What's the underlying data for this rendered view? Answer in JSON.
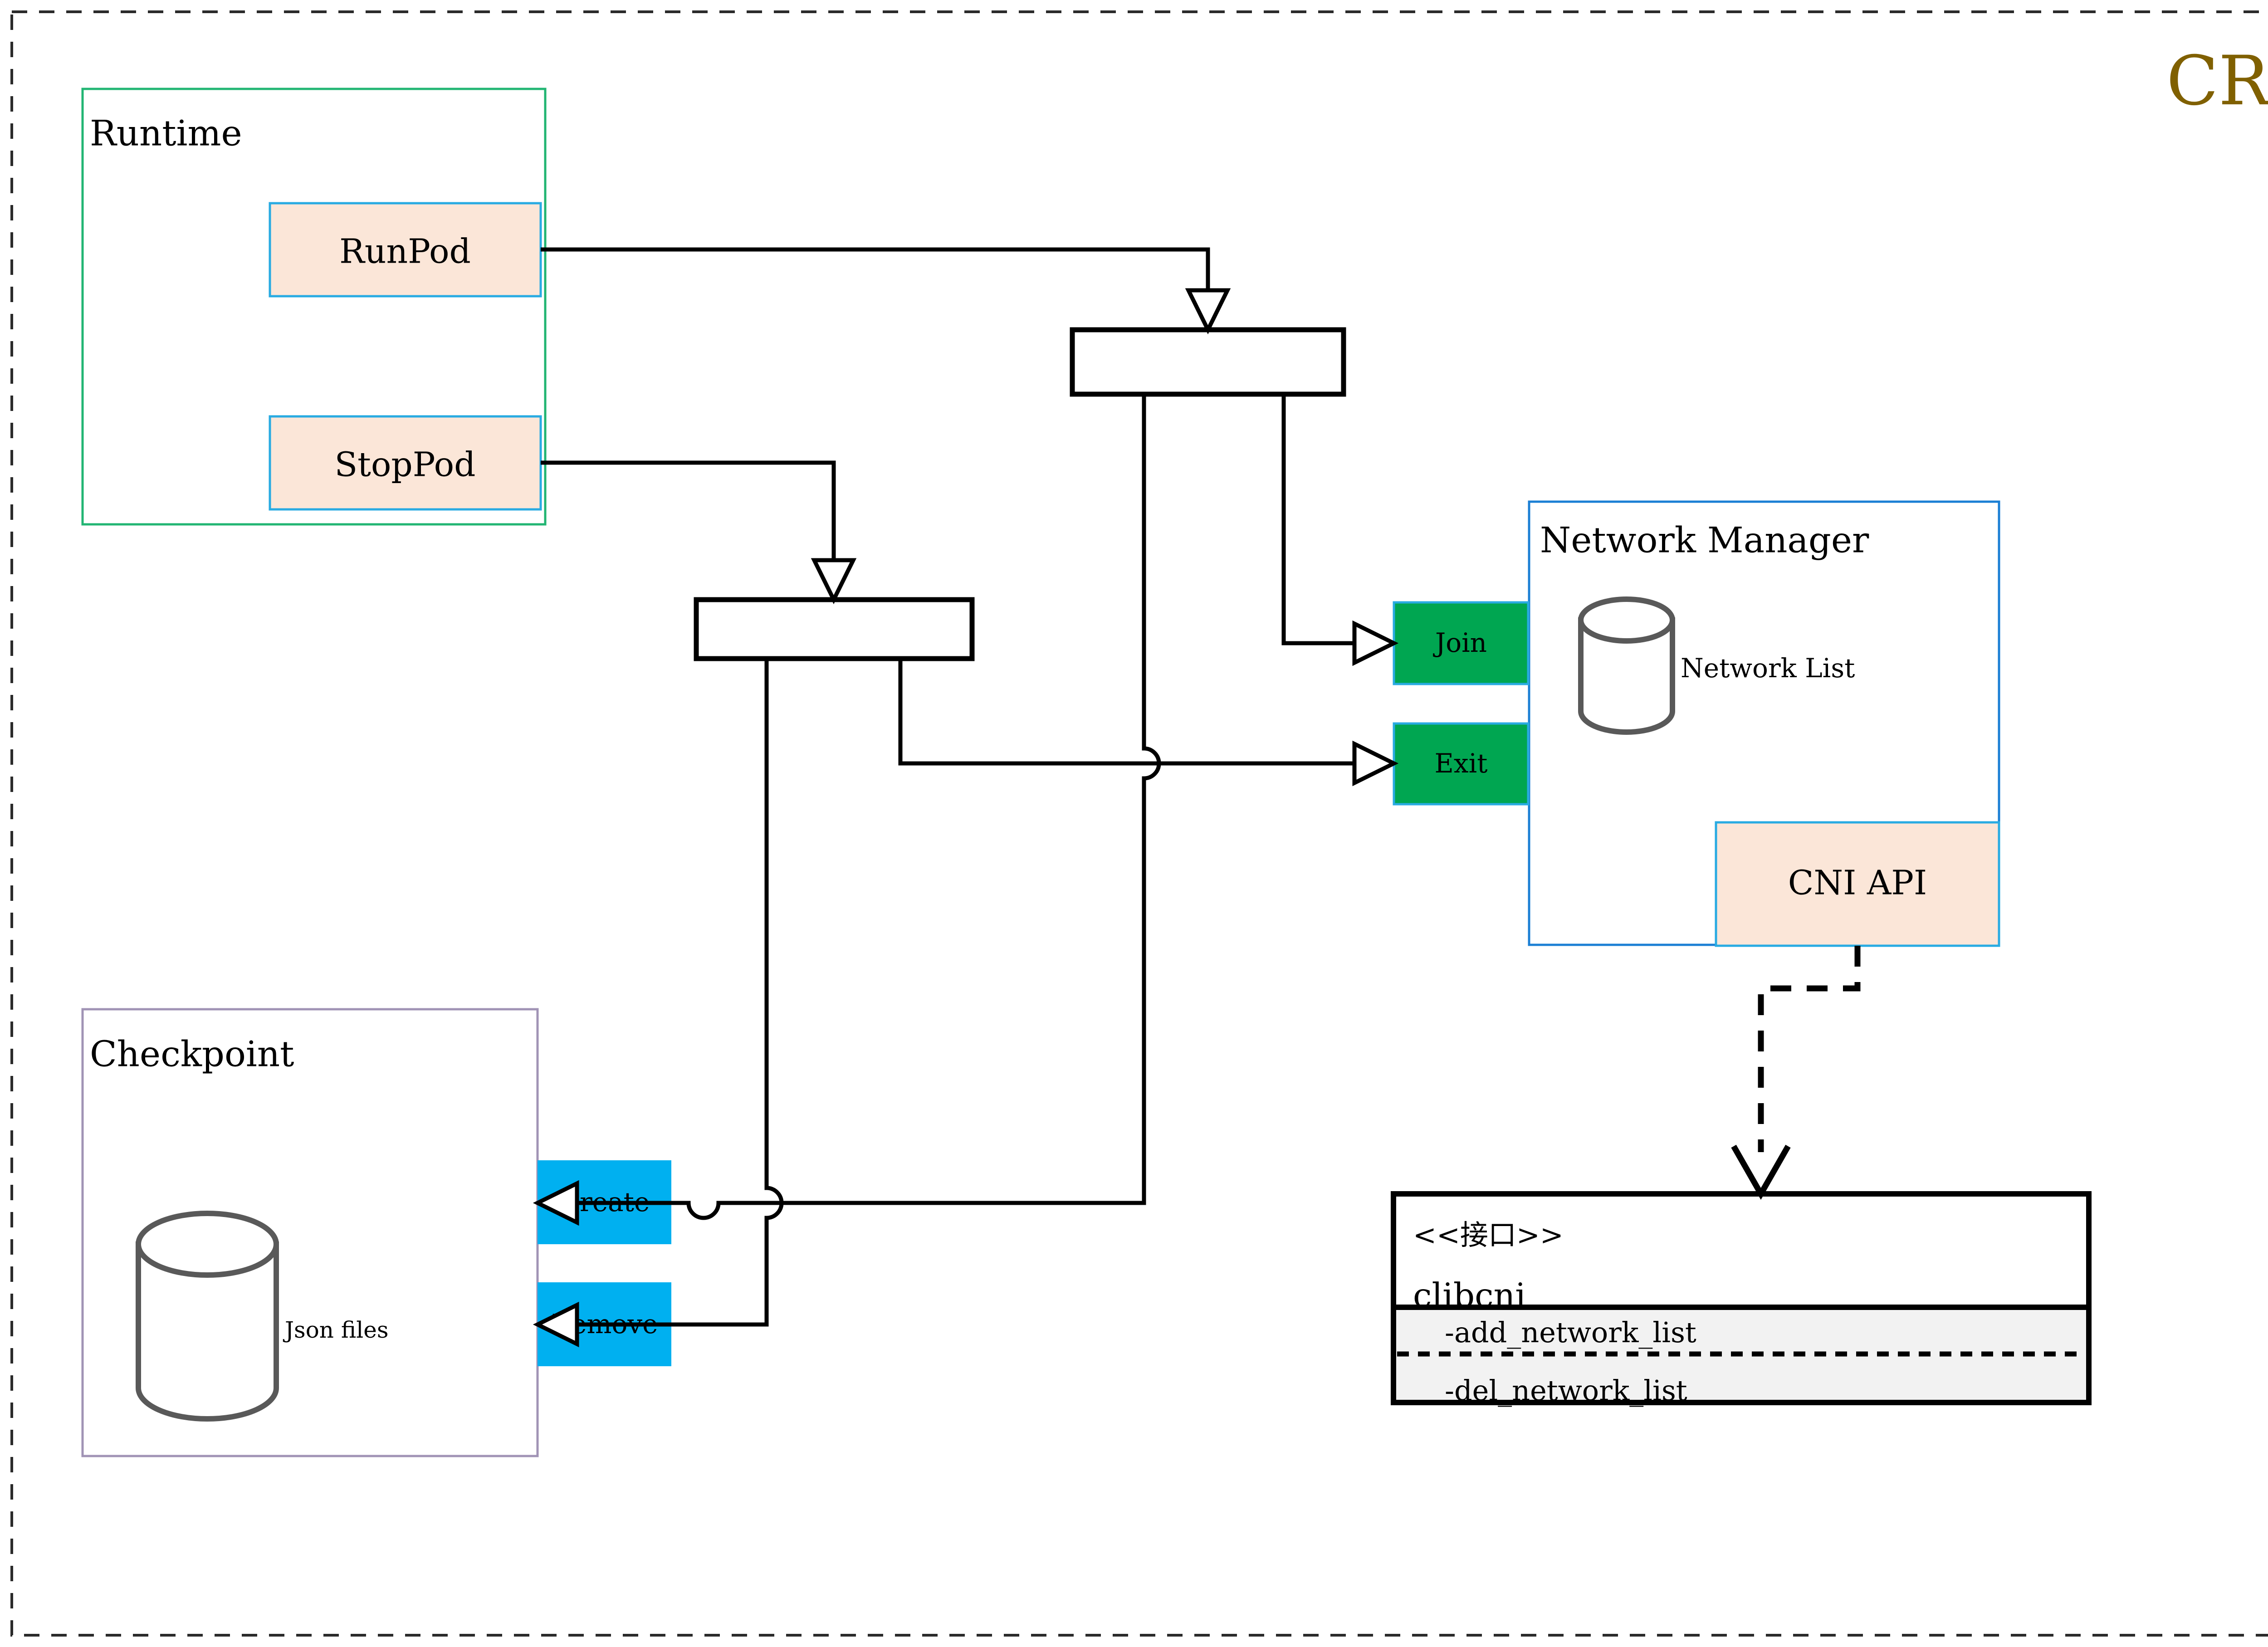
{
  "title": "CRI",
  "groups": {
    "runtime": {
      "label": "Runtime"
    },
    "checkpoint": {
      "label": "Checkpoint",
      "store_label": "Json files"
    },
    "network_manager": {
      "label": "Network Manager",
      "store_label": "Network List"
    }
  },
  "nodes": {
    "run_pod": "RunPod",
    "stop_pod": "StopPod",
    "join": "Join",
    "exit": "Exit",
    "create": "Create",
    "remove": "Remove",
    "cni_api": "CNI API"
  },
  "interface": {
    "stereotype": "<<接口>>",
    "name": "clibcni",
    "methods": [
      "-add_network_list",
      "-del_network_list"
    ]
  },
  "colors": {
    "title": "#806000",
    "runtime_border": "#22b573",
    "checkpoint_border": "#a093b5",
    "netmgr_border": "#1b7fd4",
    "peach_fill": "#fbe6d8",
    "peach_border": "#29abe2",
    "green_fill": "#00a651",
    "cyan_fill": "#00b0f0",
    "cylinder_stroke": "#595959",
    "iface_lower_fill": "#f2f2f2",
    "frame_stroke": "#2b2b2b"
  }
}
